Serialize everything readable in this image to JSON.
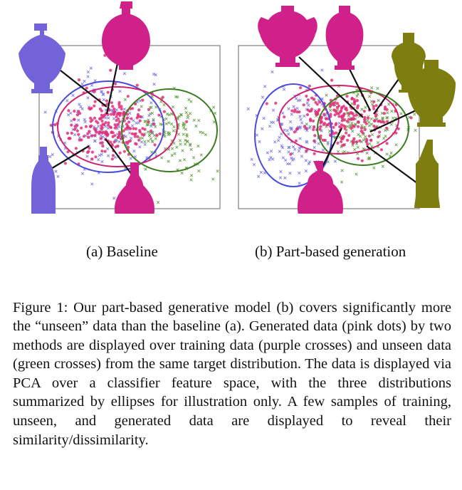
{
  "figure": {
    "panels": [
      {
        "id": "a",
        "sublabel": "(a) Baseline",
        "ellipses": [
          {
            "role": "training",
            "color": "#4a4adf"
          },
          {
            "role": "generated",
            "color": "#d0206e"
          },
          {
            "role": "unseen",
            "color": "#3a7d1e"
          }
        ],
        "sample_shapes": [
          {
            "role": "training",
            "color": "#7363d8"
          },
          {
            "role": "generated",
            "color": "#d0208a"
          }
        ]
      },
      {
        "id": "b",
        "sublabel": "(b) Part-based generation",
        "ellipses": [
          {
            "role": "training",
            "color": "#4a4adf"
          },
          {
            "role": "generated",
            "color": "#d0206e"
          },
          {
            "role": "unseen",
            "color": "#3a7d1e"
          }
        ],
        "sample_shapes": [
          {
            "role": "generated",
            "color": "#d0208a"
          },
          {
            "role": "unseen",
            "color": "#7d7d10"
          }
        ]
      }
    ],
    "legend_markers": {
      "generated": {
        "marker": "dot",
        "color": "#e0307a"
      },
      "training": {
        "marker": "cross",
        "color": "#7a7ae8"
      },
      "unseen": {
        "marker": "cross",
        "color": "#6aa04a"
      }
    }
  },
  "caption": {
    "text": "Figure 1: Our part-based generative model (b) covers sig­nificantly more the “unseen” data than the baseline (a). Generated data (pink dots) by two methods are displayed over training data (purple crosses) and unseen data (green crosses) from the same target distribution. The data is dis­played via PCA over a classifier feature space, with the three distributions summarized by ellipses for illustration only. A few samples of training, unseen, and generated data are displayed to reveal their similarity/dissimilarity."
  }
}
